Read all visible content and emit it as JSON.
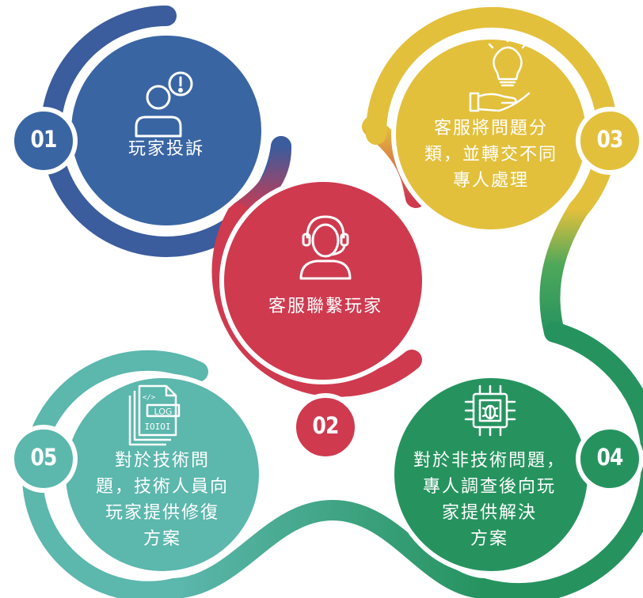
{
  "steps": [
    {
      "number": "01",
      "text": "玩家投訴",
      "icon": "complaint-person-icon",
      "color": "#3a65a3"
    },
    {
      "number": "02",
      "text": "客服聯繫玩家",
      "icon": "headset-agent-icon",
      "color": "#cf3a4f"
    },
    {
      "number": "03",
      "text": "客服將問題分\n類，並轉交不同\n專人處理",
      "icon": "idea-hand-icon",
      "color": "#e3c03c"
    },
    {
      "number": "04",
      "text": "對於非技術問題，\n專人調查後向玩\n家提供解決\n方案",
      "icon": "bug-chip-icon",
      "color": "#26935f"
    },
    {
      "number": "05",
      "text": "對於技術問\n題，技術人員向\n玩家提供修復\n方案",
      "icon": "log-file-icon",
      "color": "#5cb7ad"
    }
  ]
}
